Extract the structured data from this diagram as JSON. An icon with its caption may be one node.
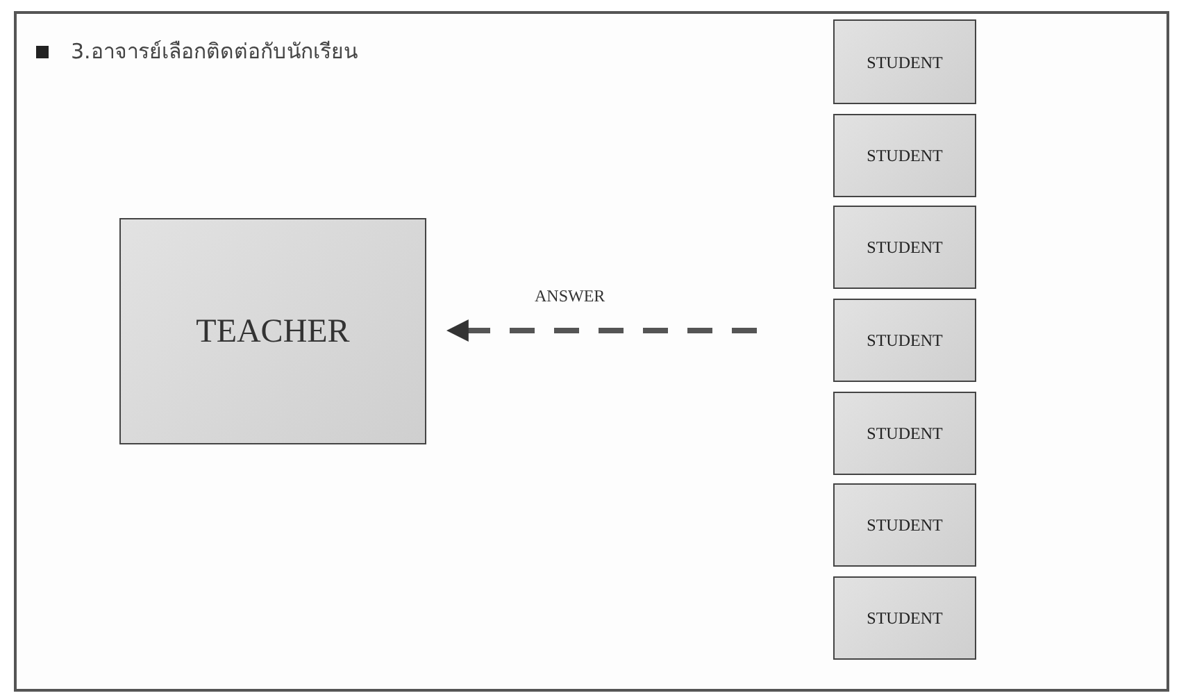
{
  "diagram": {
    "title": "3.อาจารย์เลือกติดต่อกับนักเรียน",
    "nodes": [
      {
        "text": [
          "TEACHER"
        ]
      },
      {
        "text": [
          "STUDENT"
        ]
      },
      {
        "text": [
          "STUDENT"
        ]
      },
      {
        "text": [
          "STUDENT"
        ]
      },
      {
        "text": [
          "STUDENT"
        ]
      },
      {
        "text": [
          "STUDENT"
        ]
      },
      {
        "text": [
          "STUDENT"
        ]
      },
      {
        "text": [
          "STUDENT"
        ]
      }
    ],
    "edges": [
      {
        "from": 4,
        "to": 0,
        "arrow": "to",
        "label": "ANSWER",
        "style": "dashed"
      }
    ]
  }
}
